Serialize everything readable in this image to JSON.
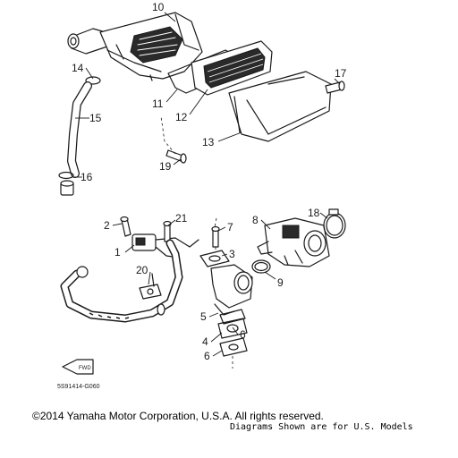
{
  "callouts": {
    "c1": "1",
    "c2": "2",
    "c3": "3",
    "c4": "4",
    "c5": "5",
    "c6a": "6",
    "c6b": "6",
    "c7": "7",
    "c8": "8",
    "c9": "9",
    "c10": "10",
    "c11": "11",
    "c12": "12",
    "c13": "13",
    "c14": "14",
    "c15": "15",
    "c16": "16",
    "c17": "17",
    "c18": "18",
    "c19": "19",
    "c20": "20",
    "c21": "21"
  },
  "diagram_code": "5S91414-G060",
  "fwd_label": "FWD",
  "footer": {
    "copyright": "©2014 Yamaha Motor Corporation, U.S.A. All rights reserved.",
    "disclaimer": "Diagrams Shown are for U.S. Models"
  }
}
